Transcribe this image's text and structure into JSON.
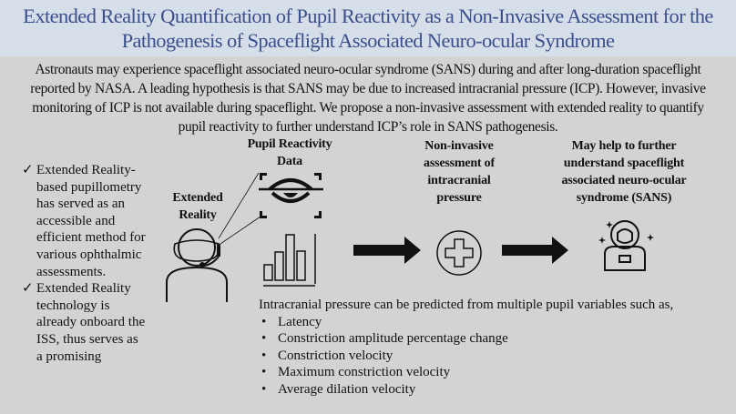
{
  "header": {
    "title_lines": [
      "Extended Reality Quantification of Pupil Reactivity as a Non-Invasive Assessment for the",
      "Pathogenesis of Spaceflight Associated Neuro-ocular Syndrome"
    ]
  },
  "intro_lines": [
    "Astronauts may experience spaceflight associated neuro-ocular syndrome (SANS) during and after long-duration spaceflight",
    "reported by NASA. A leading hypothesis is that SANS may be due to increased intracranial pressure (ICP). However, invasive",
    "monitoring of ICP is not available during spaceflight. We propose a non-invasive assessment with extended reality to quantify",
    "pupil reactivity to further understand ICP’s role in SANS pathogenesis."
  ],
  "left_points": [
    {
      "mark": "✓",
      "text": "Extended Reality-based pupillometry has served as an accessible and efficient method for various ophthalmic assessments."
    },
    {
      "mark": "✓",
      "text": "Extended Reality technology is already onboard the ISS, thus serves as a promising"
    }
  ],
  "labels": {
    "extended_reality": [
      "Extended",
      "Reality"
    ],
    "pupil_data": [
      "Pupil Reactivity",
      "Data"
    ],
    "noninvasive": [
      "Non-invasive",
      "assessment of",
      "intracranial",
      "pressure"
    ],
    "sans": [
      "May help to further",
      "understand spaceflight",
      "associated neuro-ocular",
      "syndrome (SANS)"
    ]
  },
  "variables": {
    "intro": "Intracranial pressure can be predicted from multiple pupil variables such as,",
    "bullet": "•",
    "items": [
      "Latency",
      "Constriction amplitude percentage change",
      "Constriction velocity",
      "Maximum constriction velocity",
      "Average dilation velocity"
    ]
  },
  "colors": {
    "title": "#3b4f8c",
    "header_bg": "#d6dee9",
    "body_bg": "#d3d3d3"
  }
}
